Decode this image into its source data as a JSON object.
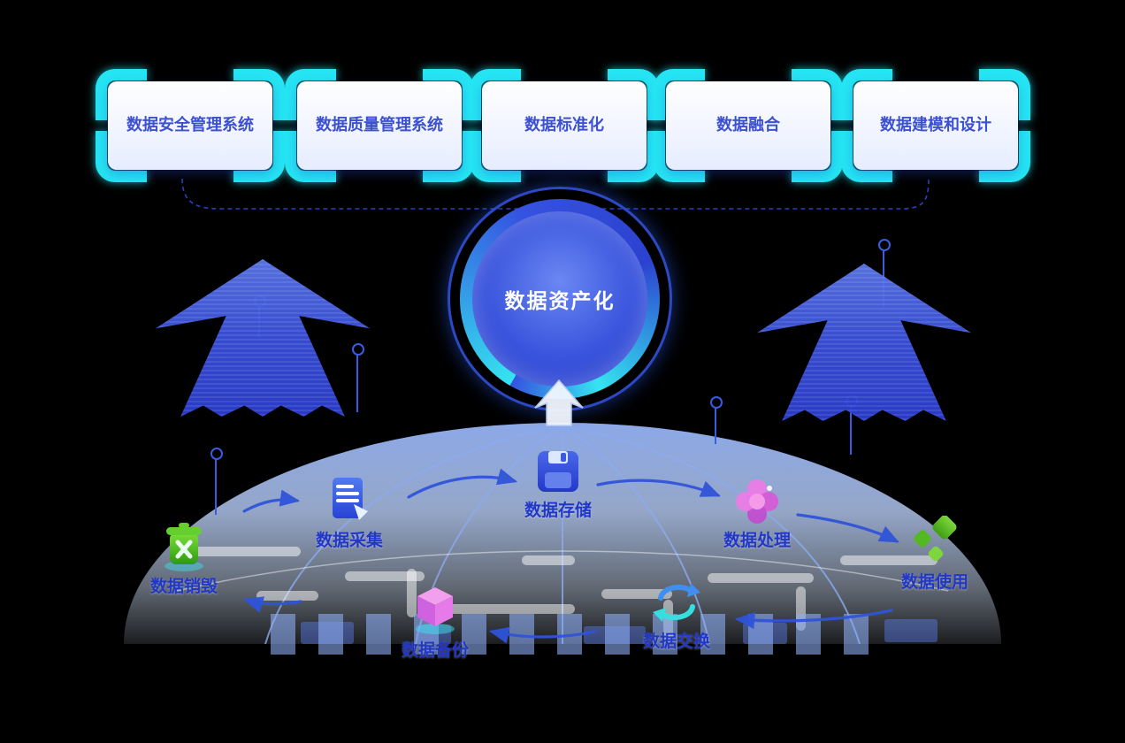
{
  "diagram": {
    "top_modules": [
      {
        "label": "数据安全管理系统"
      },
      {
        "label": "数据质量管理系统"
      },
      {
        "label": "数据标准化"
      },
      {
        "label": "数据融合"
      },
      {
        "label": "数据建模和设计"
      }
    ],
    "center": {
      "label": "数据资产化"
    },
    "lifecycle_nodes": [
      {
        "id": "collect",
        "label": "数据采集",
        "icon": "document-icon"
      },
      {
        "id": "storage",
        "label": "数据存储",
        "icon": "floppy-disk-icon"
      },
      {
        "id": "process",
        "label": "数据处理",
        "icon": "flower-icon"
      },
      {
        "id": "usage",
        "label": "数据使用",
        "icon": "blocks-icon"
      },
      {
        "id": "exchange",
        "label": "数据交换",
        "icon": "swap-arrows-icon"
      },
      {
        "id": "backup",
        "label": "数据备份",
        "icon": "cube-icon"
      },
      {
        "id": "destroy",
        "label": "数据销毁",
        "icon": "trash-icon"
      }
    ],
    "flows": [
      {
        "from": "数据采集",
        "to": "数据存储"
      },
      {
        "from": "数据存储",
        "to": "数据处理"
      },
      {
        "from": "数据处理",
        "to": "数据使用"
      },
      {
        "from": "数据使用",
        "to": "数据交换"
      },
      {
        "from": "数据交换",
        "to": "数据备份"
      },
      {
        "from": "数据备份",
        "to": "数据销毁"
      },
      {
        "from": "数据销毁",
        "to": "数据采集"
      }
    ],
    "colors": {
      "bracket_cyan": "#25e4f3",
      "module_text_blue": "#3c50d2",
      "node_label_blue": "#2137c8",
      "flow_arrow_blue": "#2f54d8",
      "center_circle_blue": "#3a54dd",
      "ring_cyan": "#35e4f0",
      "green": "#55c02a",
      "magenta": "#e060dd",
      "cyan": "#35c8e8"
    }
  }
}
